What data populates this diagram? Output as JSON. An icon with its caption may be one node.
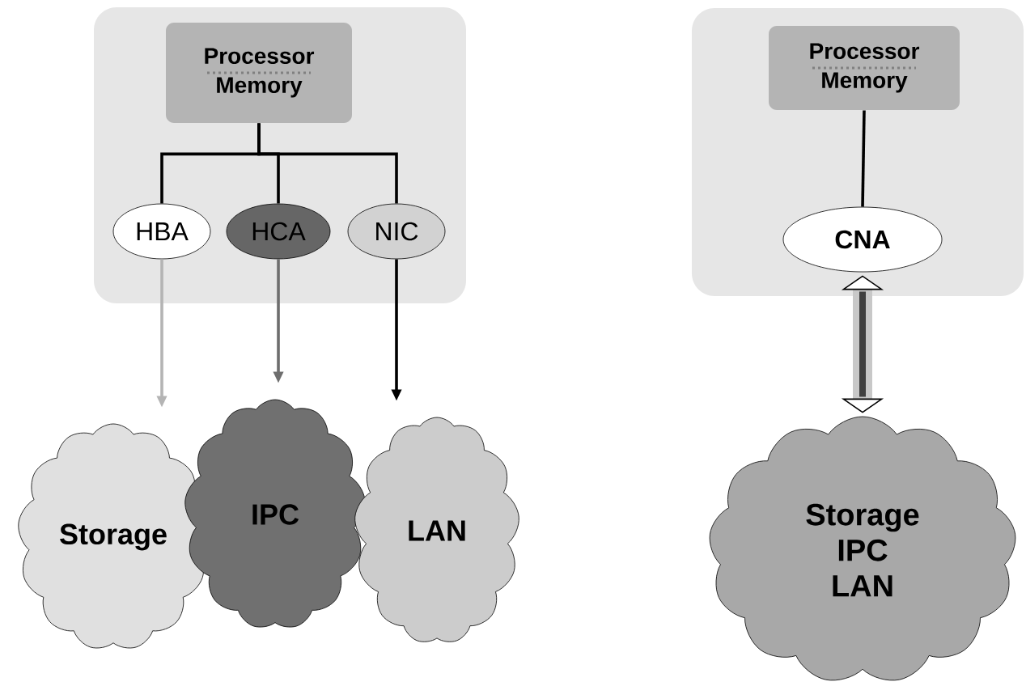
{
  "diagram": {
    "nodes": [
      {
        "text": [],
        "shape": "box"
      },
      {
        "text": [
          "Processor",
          "Memory"
        ],
        "in": 0
      },
      {
        "text": [
          "HBA"
        ],
        "in": 0
      },
      {
        "text": [
          "HCA"
        ],
        "in": 0
      },
      {
        "text": [
          "NIC"
        ],
        "in": 0
      },
      {
        "text": [
          "Storage"
        ]
      },
      {
        "text": [
          "IPC"
        ]
      },
      {
        "text": [
          "LAN"
        ]
      },
      {
        "text": [],
        "shape": "box"
      },
      {
        "text": [
          "Processor",
          "Memory"
        ],
        "in": 8
      },
      {
        "text": [
          "CNA"
        ],
        "in": 8
      },
      {
        "text": [
          "Storage",
          "IPC",
          "LAN"
        ]
      }
    ],
    "edges": [
      {
        "from": 1,
        "to": 2,
        "arrow": "none"
      },
      {
        "from": 1,
        "to": 3,
        "arrow": "none"
      },
      {
        "from": 1,
        "to": 4,
        "arrow": "none"
      },
      {
        "from": 2,
        "to": 5,
        "arrow": "to",
        "color": "#b4b4b4"
      },
      {
        "from": 3,
        "to": 6,
        "arrow": "to",
        "color": "#6e6e6e"
      },
      {
        "from": 4,
        "to": 7,
        "arrow": "to"
      },
      {
        "from": 9,
        "to": 10,
        "arrow": "none"
      },
      {
        "from": 10,
        "to": 11,
        "arrow": "both",
        "style": "thick",
        "color": "#c8c8c8"
      }
    ]
  }
}
